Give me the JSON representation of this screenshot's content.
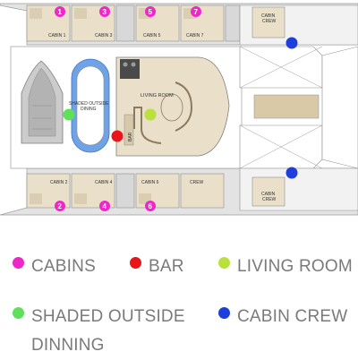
{
  "rooms": {
    "top": [
      "CABIN 1",
      "CABIN 3",
      "CABIN 5",
      "CABIN 7"
    ],
    "bottom": [
      "CABIN 2",
      "CABIN 4",
      "CABIN 6",
      "CREW"
    ],
    "crew_top": [
      "CABIN",
      "CREW"
    ],
    "crew_bottom": [
      "CABIN",
      "CREW"
    ],
    "living": "LIVING ROOM",
    "dining": [
      "SHADED OUTSIDE",
      "DINING"
    ],
    "bar": "BAR"
  },
  "cabin_numbers": {
    "top": [
      "1",
      "3",
      "5",
      "7"
    ],
    "bottom": [
      "2",
      "4",
      "6"
    ]
  },
  "legend": {
    "cabins": "CABINS",
    "bar": "BAR",
    "living": "LIVING ROOM",
    "dining_line1": "SHADED OUTSIDE",
    "dining_line2": "DINNING",
    "crew": "CABIN CREW"
  },
  "colors": {
    "cabins": "#ee27c9",
    "bar": "#e8151b",
    "living": "#b9e03c",
    "dining": "#5ee05a",
    "crew": "#1e3fdc"
  }
}
